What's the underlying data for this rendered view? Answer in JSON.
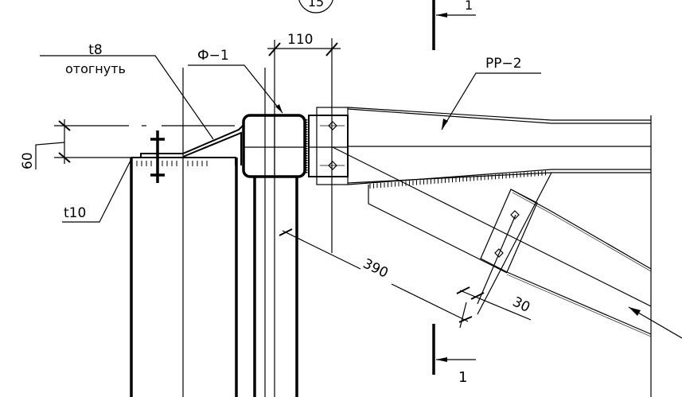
{
  "drawing": {
    "detail_marker": "15",
    "section_top": {
      "label": "1"
    },
    "section_bottom": {
      "label": "1"
    },
    "labels": {
      "plate_t8": "t8",
      "plate_t8_note": "отогнуть",
      "column": "Ф−1",
      "beam": "РР−2",
      "plate_t10": "t10"
    },
    "dimensions": {
      "width_110": "110",
      "height_60": "60",
      "length_390": "390",
      "offset_30": "30"
    }
  }
}
